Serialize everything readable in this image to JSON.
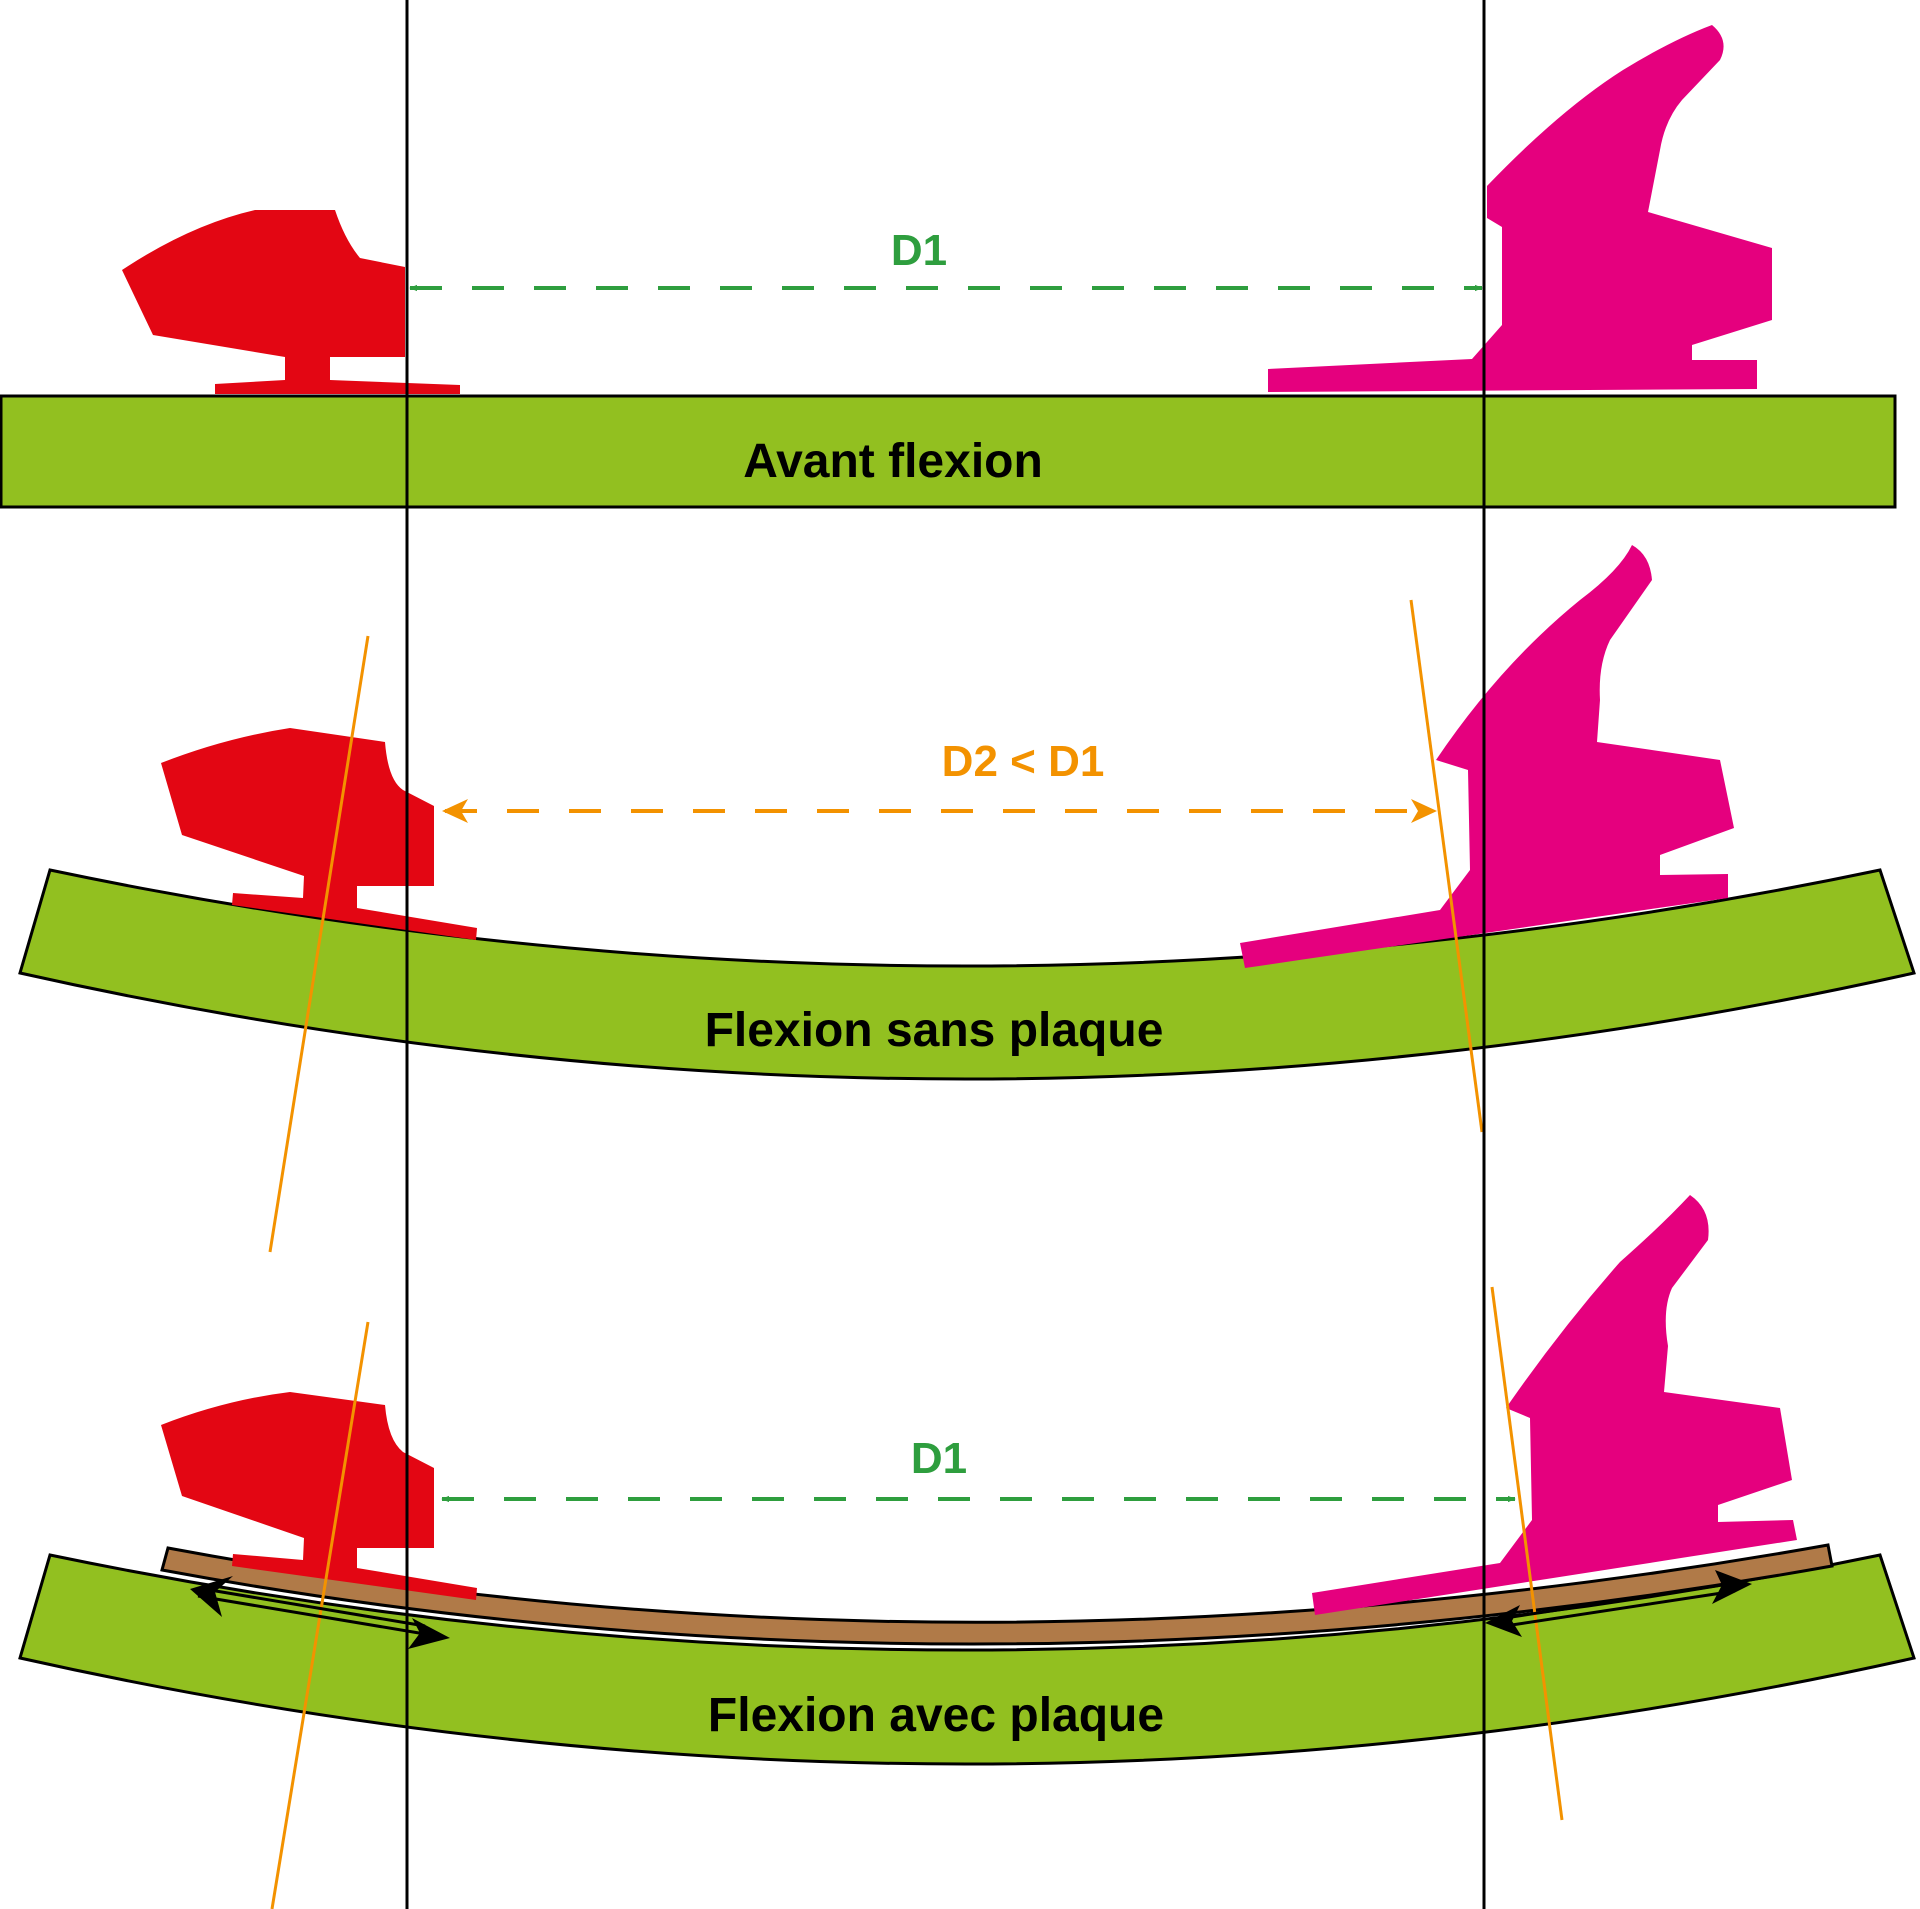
{
  "colors": {
    "ski": "#92c020",
    "plate": "#b07a48",
    "toe_piece": "#e30613",
    "heel_piece": "#e5007e",
    "equal_distance": "#2e9e3e",
    "reduced_distance": "#f39200",
    "axis_line": "#000000",
    "tilt_line": "#f39200"
  },
  "panels": [
    {
      "id": "before-flexion",
      "board_label": "Avant flexion",
      "distance_label": "D1",
      "distance_color": "#2e9e3e"
    },
    {
      "id": "flexion-without-plate",
      "board_label": "Flexion sans plaque",
      "distance_label": "D2 < D1",
      "distance_color": "#f39200"
    },
    {
      "id": "flexion-with-plate",
      "board_label": "Flexion avec plaque",
      "distance_label": "D1",
      "distance_color": "#2e9e3e"
    }
  ]
}
